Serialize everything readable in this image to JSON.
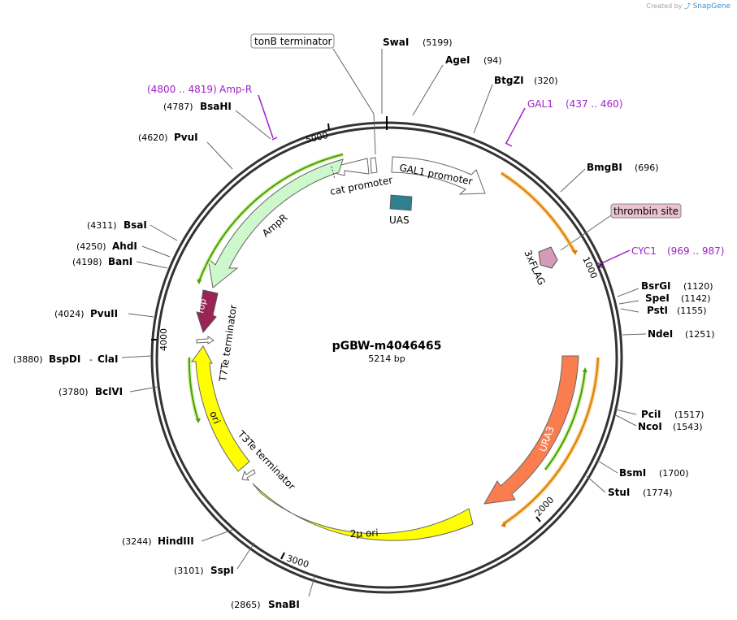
{
  "plasmid": {
    "name": "pGBW-m4046465",
    "length_label": "5214 bp"
  },
  "watermark": {
    "prefix": "Created by",
    "brand": "SnapGene"
  },
  "ticks": [
    "1000",
    "2000",
    "3000",
    "4000",
    "5000"
  ],
  "sites": {
    "swai": {
      "name": "SwaI",
      "pos": "(5199)"
    },
    "agei": {
      "name": "AgeI",
      "pos": "(94)"
    },
    "btgzi": {
      "name": "BtgZI",
      "pos": "(320)"
    },
    "bmgbi": {
      "name": "BmgBI",
      "pos": "(696)"
    },
    "bsrgi": {
      "name": "BsrGI",
      "pos": "(1120)"
    },
    "spei": {
      "name": "SpeI",
      "pos": "(1142)"
    },
    "psti": {
      "name": "PstI",
      "pos": "(1155)"
    },
    "ndei": {
      "name": "NdeI",
      "pos": "(1251)"
    },
    "pcii": {
      "name": "PciI",
      "pos": "(1517)"
    },
    "ncoi": {
      "name": "NcoI",
      "pos": "(1543)"
    },
    "bsmi": {
      "name": "BsmI",
      "pos": "(1700)"
    },
    "stui": {
      "name": "StuI",
      "pos": "(1774)"
    },
    "snabi": {
      "name": "SnaBI",
      "pos": "(2865)"
    },
    "sspi": {
      "name": "SspI",
      "pos": "(3101)"
    },
    "hindiii": {
      "name": "HindIII",
      "pos": "(3244)"
    },
    "bclvi": {
      "name": "BclVI",
      "pos": "(3780)"
    },
    "bspdi": {
      "name": "BspDI",
      "pos": "(3880)",
      "sep": "-",
      "alt": "ClaI"
    },
    "pvuii": {
      "name": "PvuII",
      "pos": "(4024)"
    },
    "bani": {
      "name": "BanI",
      "pos": "(4198)"
    },
    "ahdi": {
      "name": "AhdI",
      "pos": "(4250)"
    },
    "bsai": {
      "name": "BsaI",
      "pos": "(4311)"
    },
    "pvui": {
      "name": "PvuI",
      "pos": "(4620)"
    },
    "bsahi": {
      "name": "BsaHI",
      "pos": "(4787)"
    }
  },
  "outer_features": {
    "ampr": {
      "name": "Amp-R",
      "range": "(4800 .. 4819)"
    },
    "gal1": {
      "name": "GAL1",
      "range": "(437 .. 460)"
    },
    "cyc1": {
      "name": "CYC1",
      "range": "(969 .. 987)"
    },
    "tonb": {
      "name": "tonB terminator"
    },
    "thrombin": {
      "name": "thrombin site"
    }
  },
  "features": {
    "gal1_promoter": "GAL1 promoter",
    "cat_promoter": "cat promoter",
    "uas": "UAS",
    "ampr": "AmpR",
    "flag": "3xFLAG",
    "rop": "rop",
    "t7te": "T7Te terminator",
    "ori": "ori",
    "t3te": "T3Te terminator",
    "two_micron": "2μ ori",
    "ura3": "URA3"
  },
  "colors": {
    "promoter_fill": "#ffffff",
    "ampr_fill": "#ccf8cc",
    "uas_fill": "#2f7f8f",
    "flag_fill": "#d49ab8",
    "rop_fill": "#9b2457",
    "ori_fill": "#ffff00",
    "ura3_fill": "#fa7d50",
    "primer_green": "#49a000",
    "primer_orange": "#e07b00",
    "purple_text": "#a020c8"
  }
}
